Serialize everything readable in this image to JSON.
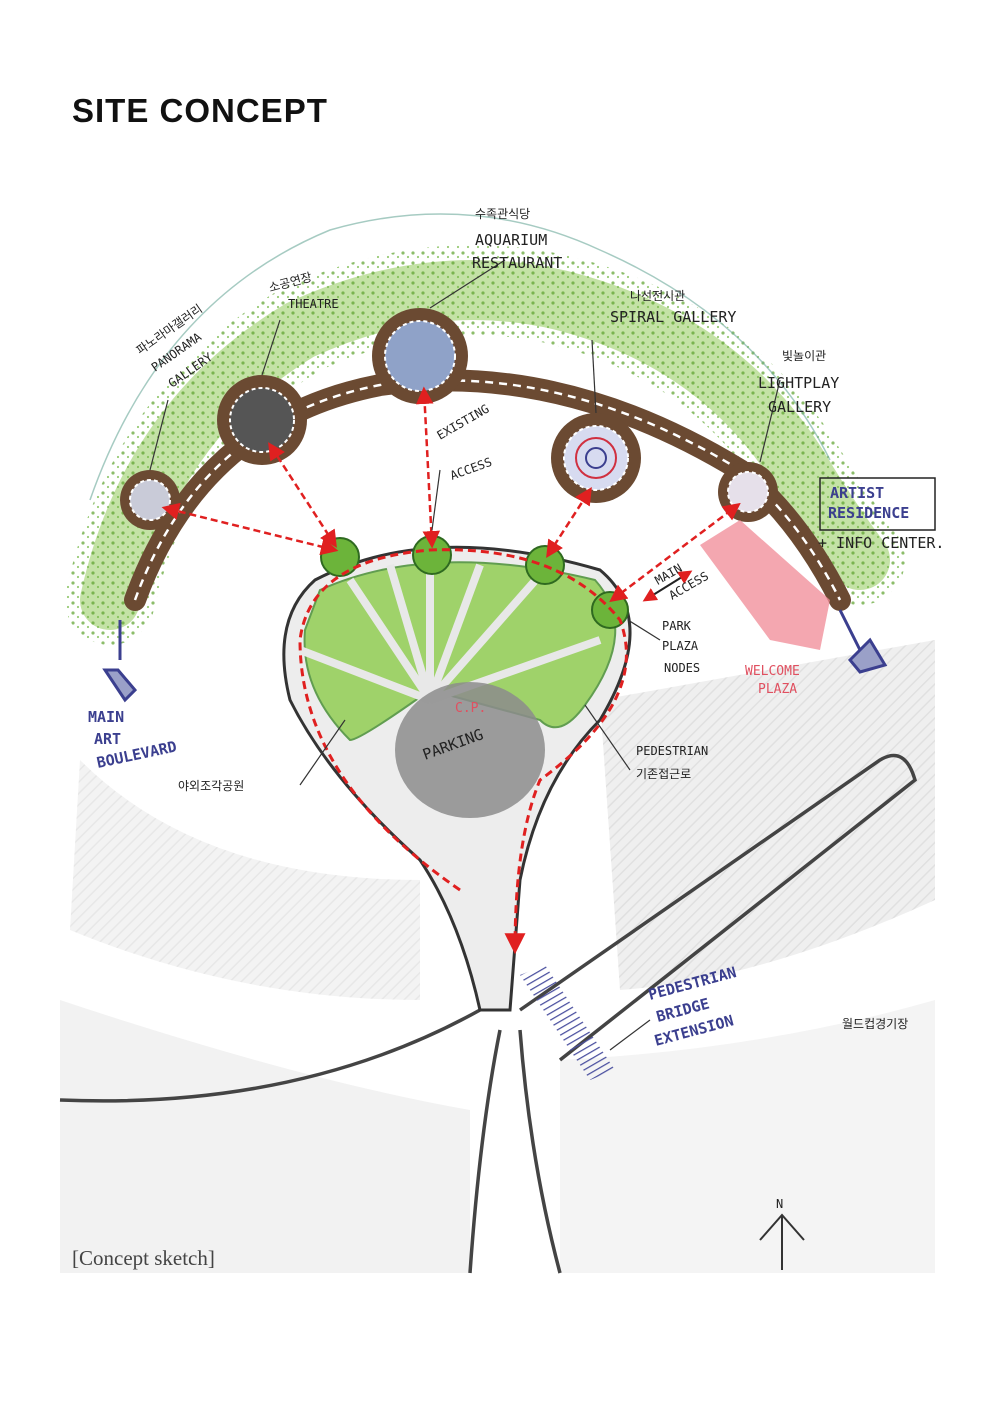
{
  "title": "SITE CONCEPT",
  "caption": "[Concept sketch]",
  "colors": {
    "path_brown": "#6b4a32",
    "green": "#7cbf3a",
    "dark_green": "#3f8a2a",
    "arrow_red": "#e02020",
    "annotation_blue": "#3b3f8f",
    "plaza_pink": "#f08a95",
    "parking_grey": "#8c8c8c"
  },
  "labels": {
    "panorama_ko": "파노라마갤러리",
    "panorama_1": "PANORAMA",
    "panorama_2": "GALLERY",
    "theatre_ko": "소공연장",
    "theatre": "THEATRE",
    "aquarium_ko": "수족관식당",
    "aquarium_1": "AQUARIUM",
    "aquarium_2": "RESTAURANT",
    "spiral_ko": "나선전시관",
    "spiral": "SPIRAL GALLERY",
    "lightplay_ko": "빛놀이관",
    "lightplay_1": "LIGHTPLAY",
    "lightplay_2": "GALLERY",
    "existing_1": "EXISTING",
    "existing_2": "ACCESS",
    "artist_1": "ARTIST",
    "artist_2": "RESIDENCE",
    "info_center": "+ INFO CENTER.",
    "main_access_1": "MAIN",
    "main_access_2": "ACCESS",
    "park_1": "PARK",
    "park_2": "PLAZA",
    "park_3": "NODES",
    "welcome_1": "WELCOME",
    "welcome_2": "PLAZA",
    "boulevard_1": "MAIN",
    "boulevard_2": "ART",
    "boulevard_3": "BOULEVARD",
    "sculpture_park_ko": "야외조각공원",
    "cp": "C.P.",
    "parking": "PARKING",
    "pedestrian_1": "PEDESTRIAN",
    "pedestrian_ko": "기존접근로",
    "bridge_1": "PEDESTRIAN",
    "bridge_2": "BRIDGE",
    "bridge_3": "EXTENSION",
    "stadium_ko": "월드컵경기장",
    "north": "N"
  }
}
